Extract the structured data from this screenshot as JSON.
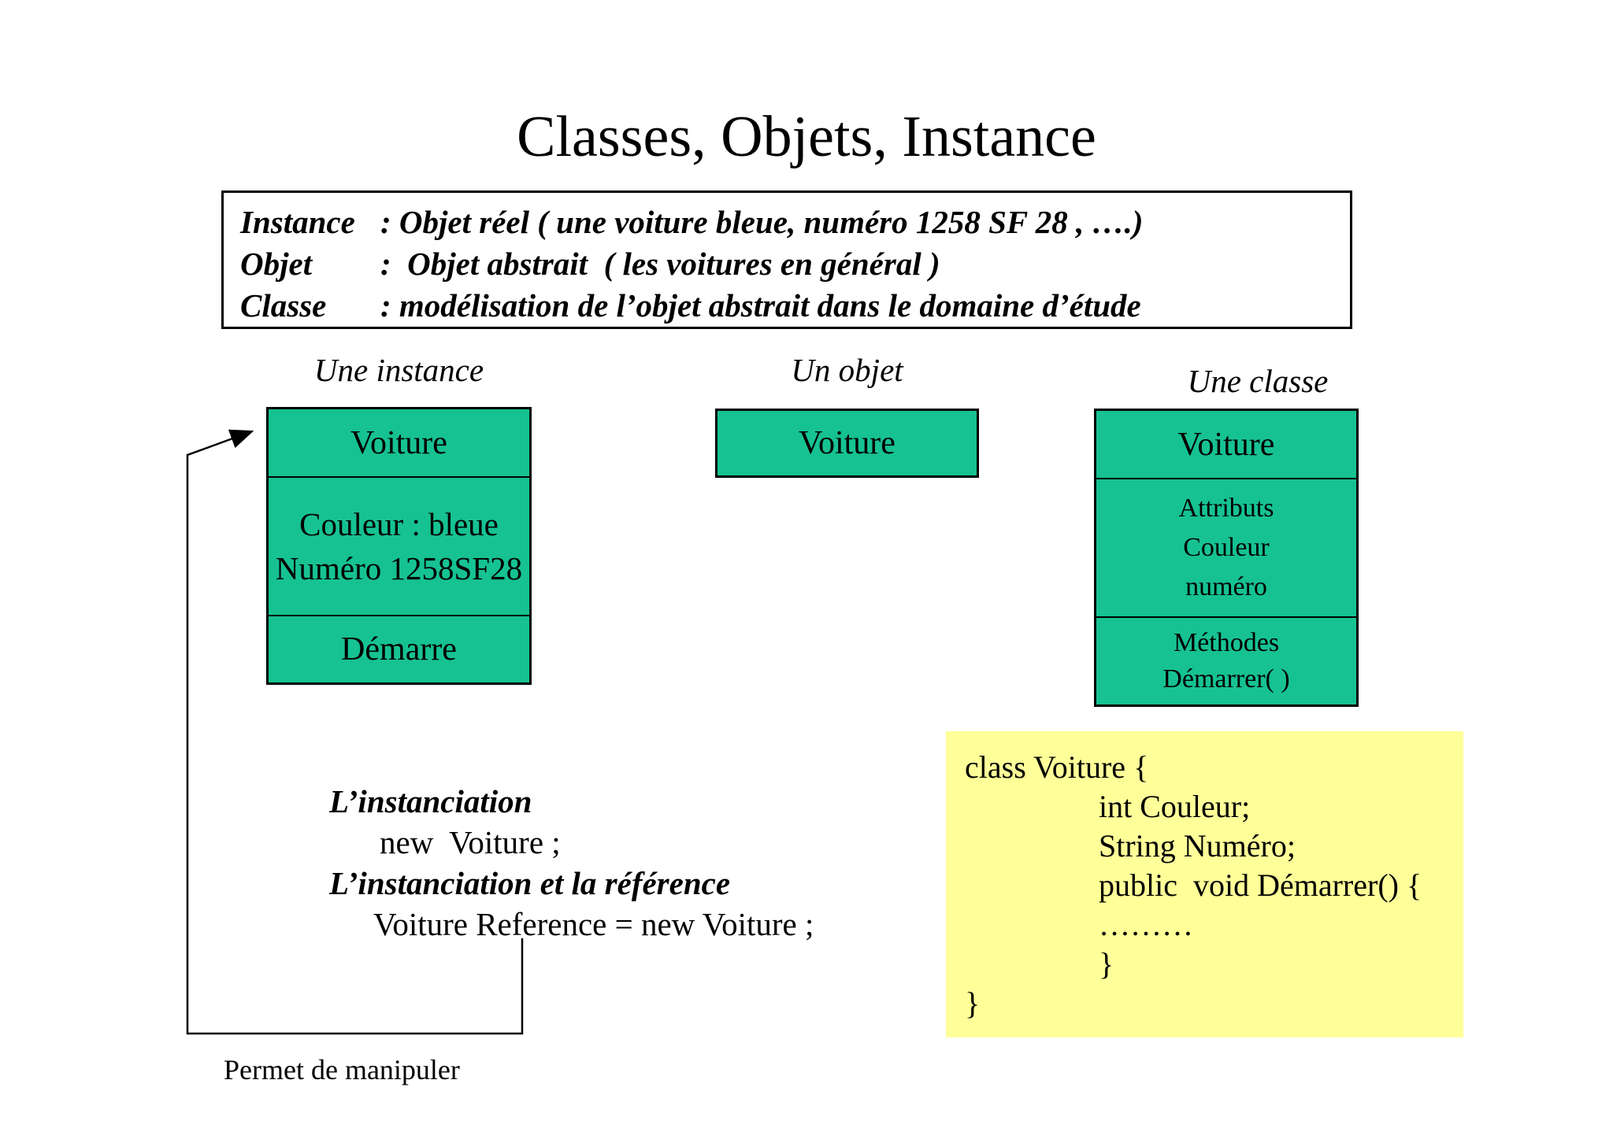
{
  "slide": {
    "title": "Classes, Objets, Instance",
    "definitions": [
      {
        "term": "Instance",
        "desc": ": Objet réel ( une voiture bleue, numéro 1258 SF 28 , ….)"
      },
      {
        "term": "Objet",
        "desc": ":  Objet abstrait  ( les voitures en général )"
      },
      {
        "term": "Classe",
        "desc": ": modélisation de l’objet abstrait dans le domaine d’étude"
      }
    ],
    "column_labels": {
      "instance": "Une instance",
      "object": "Un objet",
      "classe": "Une classe"
    },
    "instance_box": {
      "name": "Voiture",
      "attr_line1": "Couleur : bleue",
      "attr_line2": "Numéro 1258SF28",
      "method": "Démarre"
    },
    "object_box": {
      "name": "Voiture"
    },
    "class_box": {
      "name": "Voiture",
      "attr_header": "Attributs",
      "attr1": "Couleur",
      "attr2": "numéro",
      "method_header": "Méthodes",
      "method1": "Démarrer( )"
    },
    "instanciation": {
      "heading1": "L’instanciation",
      "code1": "new  Voiture ;",
      "heading2": "L’instanciation et la référence",
      "code2": "Voiture Reference = new Voiture ;"
    },
    "code_box": {
      "line1": "class Voiture {",
      "line2": "int Couleur;",
      "line3": "String Numéro;",
      "line4": "public  void Démarrer() {",
      "line5": "………",
      "line6": "}",
      "line7": "}"
    },
    "footer_note": "Permet de manipuler",
    "colors": {
      "box_fill_green": "#16c292",
      "code_fill_yellow": "#ffff99",
      "stroke_black": "#000000",
      "background": "#ffffff"
    }
  }
}
